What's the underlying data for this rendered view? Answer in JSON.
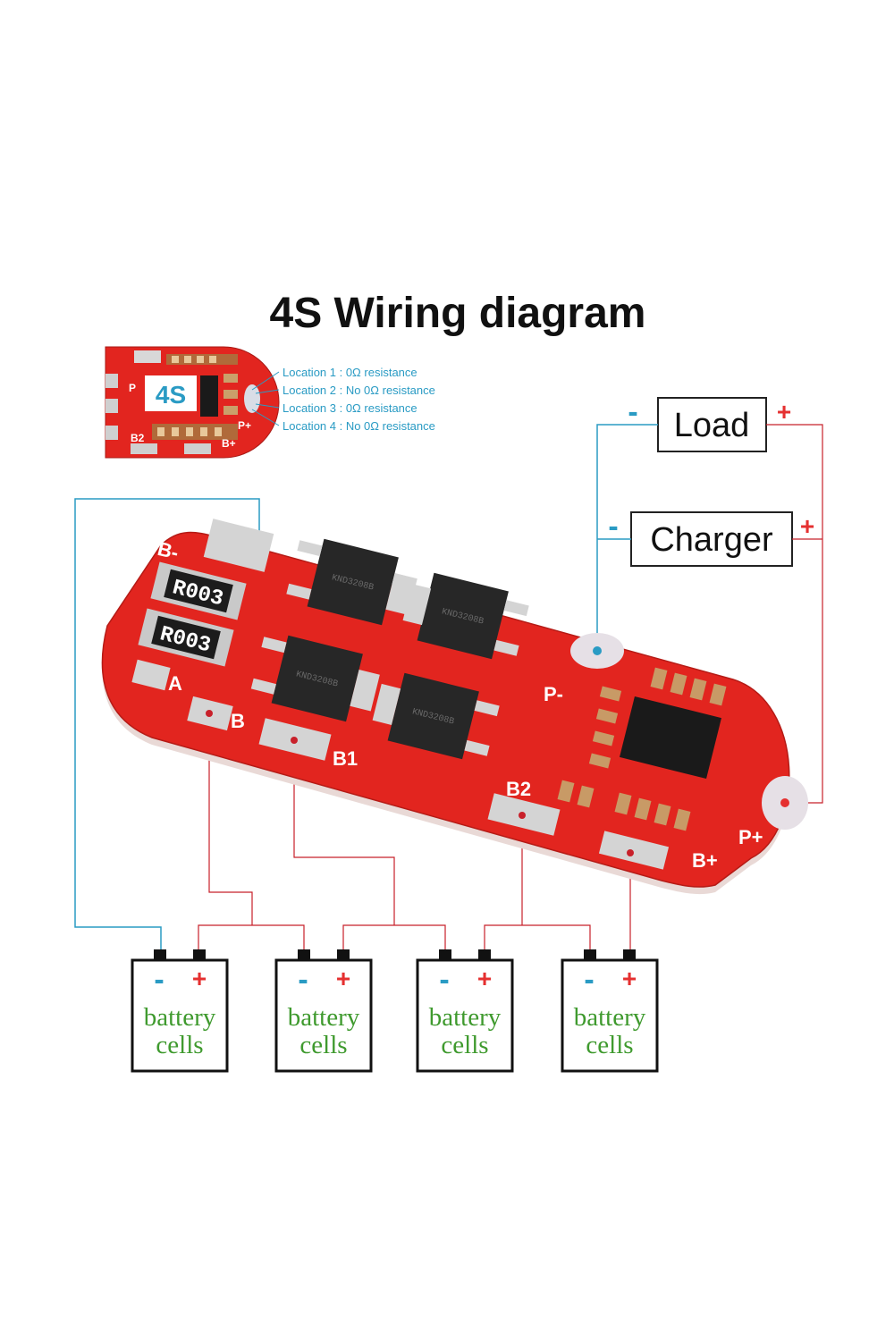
{
  "title": "4S Wiring diagram",
  "inset": {
    "badge": "4S",
    "pads": {
      "p": "P",
      "b2": "B2",
      "bplus": "B+",
      "pplus": "P+"
    },
    "notes": [
      "Location 1 : 0Ω resistance",
      "Location 2 : No 0Ω resistance",
      "Location 3 : 0Ω resistance",
      "Location 4 : No 0Ω resistance"
    ]
  },
  "load": {
    "label": "Load",
    "minus": "-",
    "plus": "+"
  },
  "charger": {
    "label": "Charger",
    "minus": "-",
    "plus": "+"
  },
  "board": {
    "pads": {
      "b_minus": "B-",
      "a": "A",
      "b": "B",
      "b1": "B1",
      "b2": "B2",
      "bplus": "B+",
      "pminus": "P-",
      "pplus": "P+"
    },
    "resistors": [
      "R003",
      "R003"
    ],
    "mosfet_marks": [
      "KND3208B",
      "KND3208B",
      "KND3208B",
      "KND3208B"
    ]
  },
  "cells": [
    {
      "line1": "battery",
      "line2": "cells",
      "minus": "-",
      "plus": "+"
    },
    {
      "line1": "battery",
      "line2": "cells",
      "minus": "-",
      "plus": "+"
    },
    {
      "line1": "battery",
      "line2": "cells",
      "minus": "-",
      "plus": "+"
    },
    {
      "line1": "battery",
      "line2": "cells",
      "minus": "-",
      "plus": "+"
    }
  ],
  "colors": {
    "board_red": "#e2251f",
    "wire_red": "#c8202a",
    "wire_blue": "#2a9bc4",
    "cell_text": "#3f9a2e"
  }
}
